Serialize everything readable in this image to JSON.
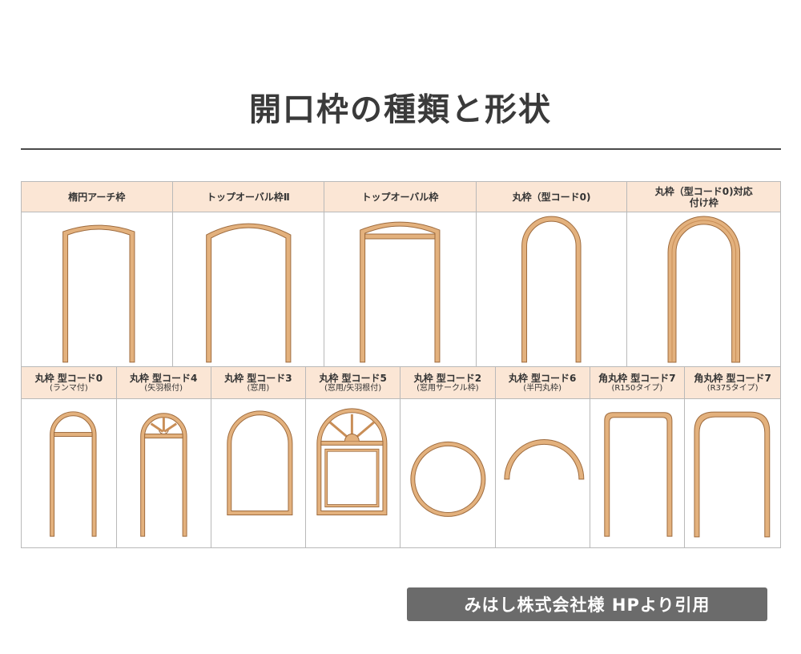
{
  "title": "開口枠の種類と形状",
  "row1": [
    {
      "label": "楕円アーチ枠",
      "icon": "elliptical-arch-frame-icon"
    },
    {
      "label": "トップオーバル枠Ⅱ",
      "icon": "top-oval-frame-2-icon"
    },
    {
      "label": "トップオーバル枠",
      "icon": "top-oval-frame-icon"
    },
    {
      "label": "丸枠（型コード0)",
      "icon": "round-frame-code0-icon"
    },
    {
      "label": "丸枠（型コード0)対応\n付け枠",
      "icon": "round-frame-code0-attached-frame-icon"
    }
  ],
  "row2": [
    {
      "label": "丸枠 型コード0",
      "sub": "(ランマ付)",
      "icon": "round-frame-transom-icon"
    },
    {
      "label": "丸枠 型コード4",
      "sub": "(矢羽根付)",
      "icon": "round-frame-fan-icon"
    },
    {
      "label": "丸枠 型コード3",
      "sub": "(窓用)",
      "icon": "round-window-frame-icon"
    },
    {
      "label": "丸枠 型コード5",
      "sub": "(窓用/矢羽根付)",
      "icon": "round-window-fan-frame-icon"
    },
    {
      "label": "丸枠 型コード2",
      "sub": "(窓用サークル枠)",
      "icon": "circle-window-frame-icon"
    },
    {
      "label": "丸枠 型コード6",
      "sub": "(半円丸枠)",
      "icon": "half-circle-frame-icon"
    },
    {
      "label": "角丸枠 型コード7",
      "sub": "(R150タイプ)",
      "icon": "rounded-corner-r150-frame-icon"
    },
    {
      "label": "角丸枠 型コード7",
      "sub": "(R375タイプ)",
      "icon": "rounded-corner-r375-frame-icon"
    }
  ],
  "credit": "みはし株式会社様 HPより引用",
  "colors": {
    "frame_fill": "#e3b17d",
    "frame_stroke": "#9e6b3e",
    "header_bg": "#fbe6d5",
    "credit_bg": "#6b6b6b"
  }
}
